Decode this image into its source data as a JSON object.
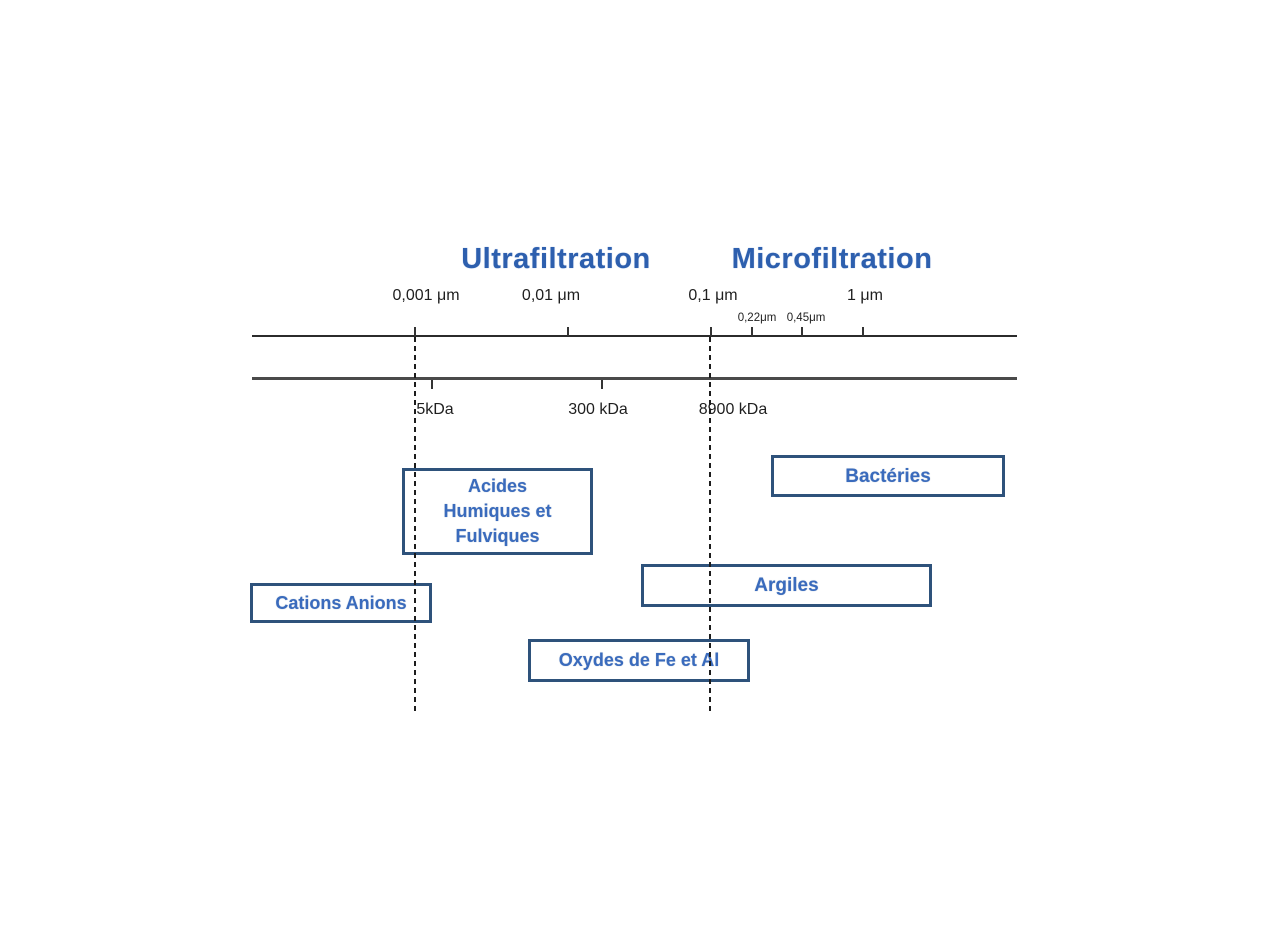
{
  "diagram": {
    "titles": {
      "ultrafiltration": "Ultrafiltration",
      "microfiltration": "Microfiltration"
    },
    "um_axis": {
      "major_labels": [
        "0,001 μm",
        "0,01 μm",
        "0,1 μm",
        "1 μm"
      ],
      "minor_labels": [
        "0,22μm",
        "0,45μm"
      ]
    },
    "kda_axis": {
      "labels": [
        "5kDa",
        "300 kDa",
        "8900 kDa"
      ]
    },
    "boxes": {
      "acides_humiques_fulviques": {
        "lines": [
          "Acides",
          "Humiques et",
          "Fulviques"
        ]
      },
      "bacteries": {
        "label": "Bactéries"
      },
      "argiles": {
        "label": "Argiles"
      },
      "cations_anions": {
        "label": "Cations Anions"
      },
      "oxydes_fe_al": {
        "label": "Oxydes de Fe et Al"
      }
    },
    "colors": {
      "title_text": "#2d5fae",
      "box_border": "#2e527b",
      "box_text": "#3a6bbd",
      "axis_line": "#2b2b2b"
    }
  }
}
